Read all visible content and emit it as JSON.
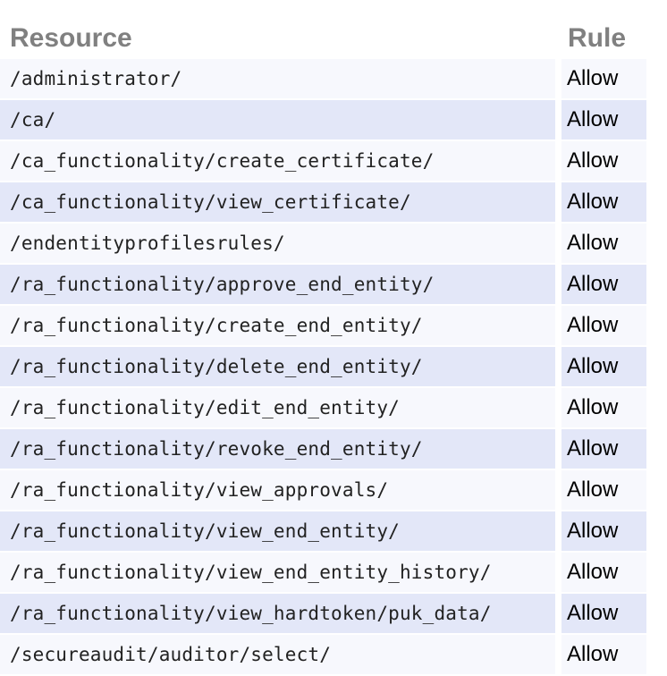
{
  "table": {
    "name": "access-rules-table",
    "columns": [
      {
        "key": "resource",
        "label": "Resource"
      },
      {
        "key": "rule",
        "label": "Rule"
      }
    ],
    "header": {
      "resource": "Resource",
      "rule": "Rule"
    },
    "colors": {
      "header_text": "#808080",
      "row_light": "#f7f8fd",
      "row_dark": "#e3e7f8",
      "page_background": "#ffffff",
      "cell_text": "#222222",
      "rule_text": "#000000"
    },
    "row_count": 15,
    "rows": [
      {
        "resource": "/administrator/",
        "rule": "Allow"
      },
      {
        "resource": "/ca/",
        "rule": "Allow"
      },
      {
        "resource": "/ca_functionality/create_certificate/",
        "rule": "Allow"
      },
      {
        "resource": "/ca_functionality/view_certificate/",
        "rule": "Allow"
      },
      {
        "resource": "/endentityprofilesrules/",
        "rule": "Allow"
      },
      {
        "resource": "/ra_functionality/approve_end_entity/",
        "rule": "Allow"
      },
      {
        "resource": "/ra_functionality/create_end_entity/",
        "rule": "Allow"
      },
      {
        "resource": "/ra_functionality/delete_end_entity/",
        "rule": "Allow"
      },
      {
        "resource": "/ra_functionality/edit_end_entity/",
        "rule": "Allow"
      },
      {
        "resource": "/ra_functionality/revoke_end_entity/",
        "rule": "Allow"
      },
      {
        "resource": "/ra_functionality/view_approvals/",
        "rule": "Allow"
      },
      {
        "resource": "/ra_functionality/view_end_entity/",
        "rule": "Allow"
      },
      {
        "resource": "/ra_functionality/view_end_entity_history/",
        "rule": "Allow"
      },
      {
        "resource": "/ra_functionality/view_hardtoken/puk_data/",
        "rule": "Allow"
      },
      {
        "resource": "/secureaudit/auditor/select/",
        "rule": "Allow"
      }
    ]
  }
}
